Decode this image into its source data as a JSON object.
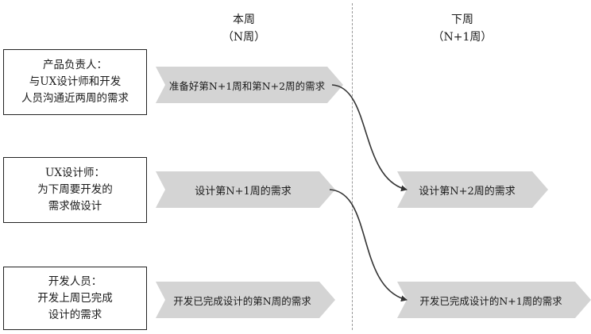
{
  "columns": [
    {
      "title": "本周",
      "subtitle": "（N周）"
    },
    {
      "title": "下周",
      "subtitle": "（N+1周）"
    }
  ],
  "roles": [
    {
      "lines": [
        "产品负责人：",
        "与UX设计师和开发",
        "人员沟通近两周的需求"
      ]
    },
    {
      "lines": [
        "UX设计师：",
        "为下周要开发的",
        "需求做设计"
      ]
    },
    {
      "lines": [
        "开发人员：",
        "开发上周已完成",
        "设计的需求"
      ]
    }
  ],
  "this_week": [
    "准备好第N+1周和第N+2周的需求",
    "设计第N+1周的需求",
    "开发已完成设计的第N周的需求"
  ],
  "next_week": [
    "设计第N+2周的需求",
    "开发已完成设计的N+1周的需求"
  ],
  "colors": {
    "arrow_fill": "#d4d4d4",
    "border": "#222222",
    "divider": "#9a9a9a"
  }
}
